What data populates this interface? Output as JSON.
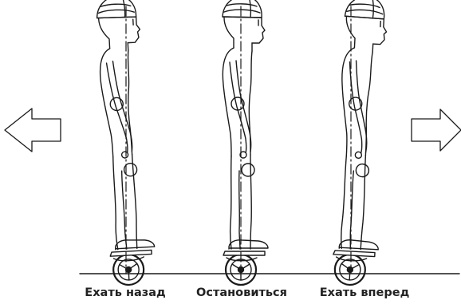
{
  "labels": {
    "back": "Ехать назад",
    "stop": "Остановиться",
    "forward": "Ехать вперед"
  }
}
